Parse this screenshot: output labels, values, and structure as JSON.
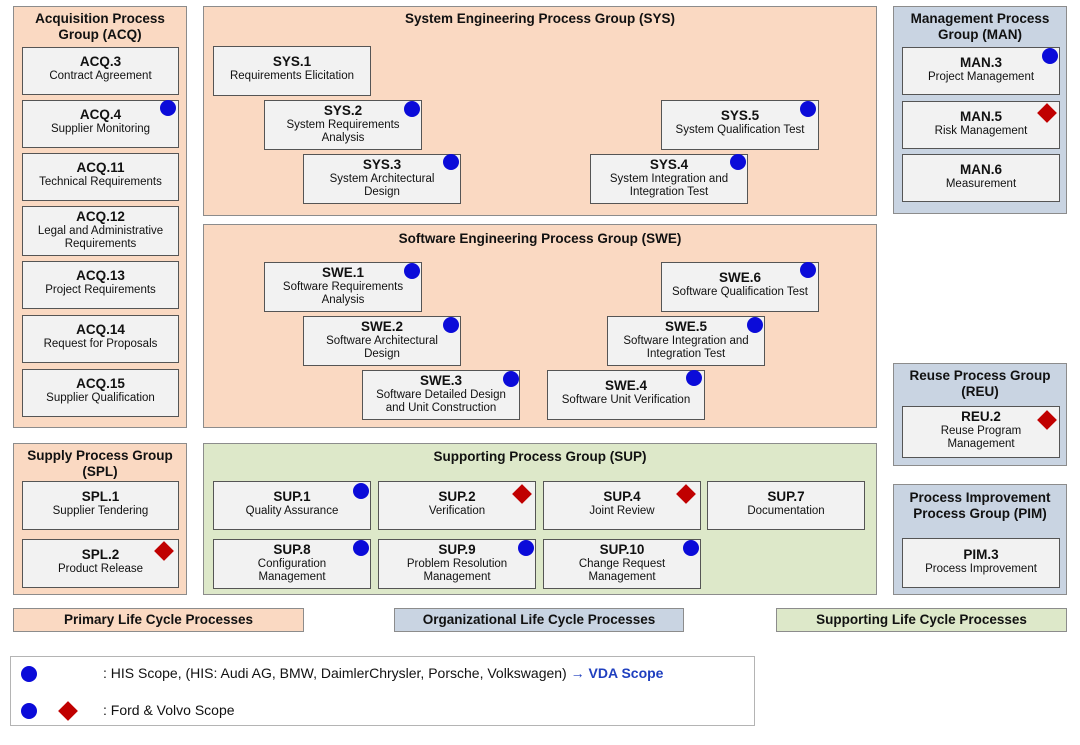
{
  "groups": {
    "acq": {
      "title": "Acquisition Process\nGroup (ACQ)"
    },
    "sys": {
      "title": "System Engineering Process Group (SYS)"
    },
    "swe": {
      "title": "Software Engineering Process Group (SWE)"
    },
    "man": {
      "title": "Management Process\nGroup (MAN)"
    },
    "reu": {
      "title": "Reuse Process Group\n(REU)"
    },
    "pim": {
      "title": "Process Improvement\nProcess Group (PIM)"
    },
    "spl": {
      "title": "Supply Process Group\n(SPL)"
    },
    "sup": {
      "title": "Supporting Process Group (SUP)"
    }
  },
  "processes": {
    "acq3": {
      "id": "ACQ.3",
      "name": "Contract Agreement"
    },
    "acq4": {
      "id": "ACQ.4",
      "name": "Supplier Monitoring"
    },
    "acq11": {
      "id": "ACQ.11",
      "name": "Technical Requirements"
    },
    "acq12": {
      "id": "ACQ.12",
      "name": "Legal and Administrative\nRequirements"
    },
    "acq13": {
      "id": "ACQ.13",
      "name": "Project Requirements"
    },
    "acq14": {
      "id": "ACQ.14",
      "name": "Request for Proposals"
    },
    "acq15": {
      "id": "ACQ.15",
      "name": "Supplier Qualification"
    },
    "sys1": {
      "id": "SYS.1",
      "name": "Requirements Elicitation"
    },
    "sys2": {
      "id": "SYS.2",
      "name": "System Requirements\nAnalysis"
    },
    "sys3": {
      "id": "SYS.3",
      "name": "System Architectural\nDesign"
    },
    "sys4": {
      "id": "SYS.4",
      "name": "System Integration and\nIntegration Test"
    },
    "sys5": {
      "id": "SYS.5",
      "name": "System Qualification Test"
    },
    "swe1": {
      "id": "SWE.1",
      "name": "Software Requirements\nAnalysis"
    },
    "swe2": {
      "id": "SWE.2",
      "name": "Software Architectural\nDesign"
    },
    "swe3": {
      "id": "SWE.3",
      "name": "Software Detailed Design\nand Unit Construction"
    },
    "swe4": {
      "id": "SWE.4",
      "name": "Software Unit Verification"
    },
    "swe5": {
      "id": "SWE.5",
      "name": "Software Integration and\nIntegration Test"
    },
    "swe6": {
      "id": "SWE.6",
      "name": "Software Qualification Test"
    },
    "man3": {
      "id": "MAN.3",
      "name": "Project Management"
    },
    "man5": {
      "id": "MAN.5",
      "name": "Risk Management"
    },
    "man6": {
      "id": "MAN.6",
      "name": "Measurement"
    },
    "reu2": {
      "id": "REU.2",
      "name": "Reuse Program\nManagement"
    },
    "pim3": {
      "id": "PIM.3",
      "name": "Process Improvement"
    },
    "spl1": {
      "id": "SPL.1",
      "name": "Supplier Tendering"
    },
    "spl2": {
      "id": "SPL.2",
      "name": "Product Release"
    },
    "sup1": {
      "id": "SUP.1",
      "name": "Quality Assurance"
    },
    "sup2": {
      "id": "SUP.2",
      "name": "Verification"
    },
    "sup4": {
      "id": "SUP.4",
      "name": "Joint Review"
    },
    "sup7": {
      "id": "SUP.7",
      "name": "Documentation"
    },
    "sup8": {
      "id": "SUP.8",
      "name": "Configuration\nManagement"
    },
    "sup9": {
      "id": "SUP.9",
      "name": "Problem Resolution\nManagement"
    },
    "sup10": {
      "id": "SUP.10",
      "name": "Change Request\nManagement"
    }
  },
  "categories": {
    "primary": "Primary Life Cycle Processes",
    "organizational": "Organizational Life Cycle Processes",
    "supporting": "Supporting Life Cycle Processes"
  },
  "legend": {
    "his_prefix": ": HIS Scope, (HIS: Audi AG, BMW, DaimlerChrysler, Porsche, Volkswagen)",
    "his_arrow": "→",
    "his_vda": "VDA Scope",
    "ford": ": Ford & Volvo Scope"
  },
  "colors": {
    "primary_bg": "#fad9c2",
    "organizational_bg": "#c9d4e2",
    "supporting_bg": "#dde8c9",
    "his_marker": "#0b0bd9",
    "ford_marker": "#c00000"
  },
  "markers": {
    "his_scope": [
      "ACQ.4",
      "SYS.2",
      "SYS.3",
      "SYS.4",
      "SYS.5",
      "SWE.1",
      "SWE.2",
      "SWE.3",
      "SWE.4",
      "SWE.5",
      "SWE.6",
      "MAN.3",
      "SUP.1",
      "SUP.8",
      "SUP.9",
      "SUP.10"
    ],
    "ford_volvo_scope": [
      "MAN.5",
      "REU.2",
      "SPL.2",
      "SUP.2",
      "SUP.4"
    ]
  }
}
